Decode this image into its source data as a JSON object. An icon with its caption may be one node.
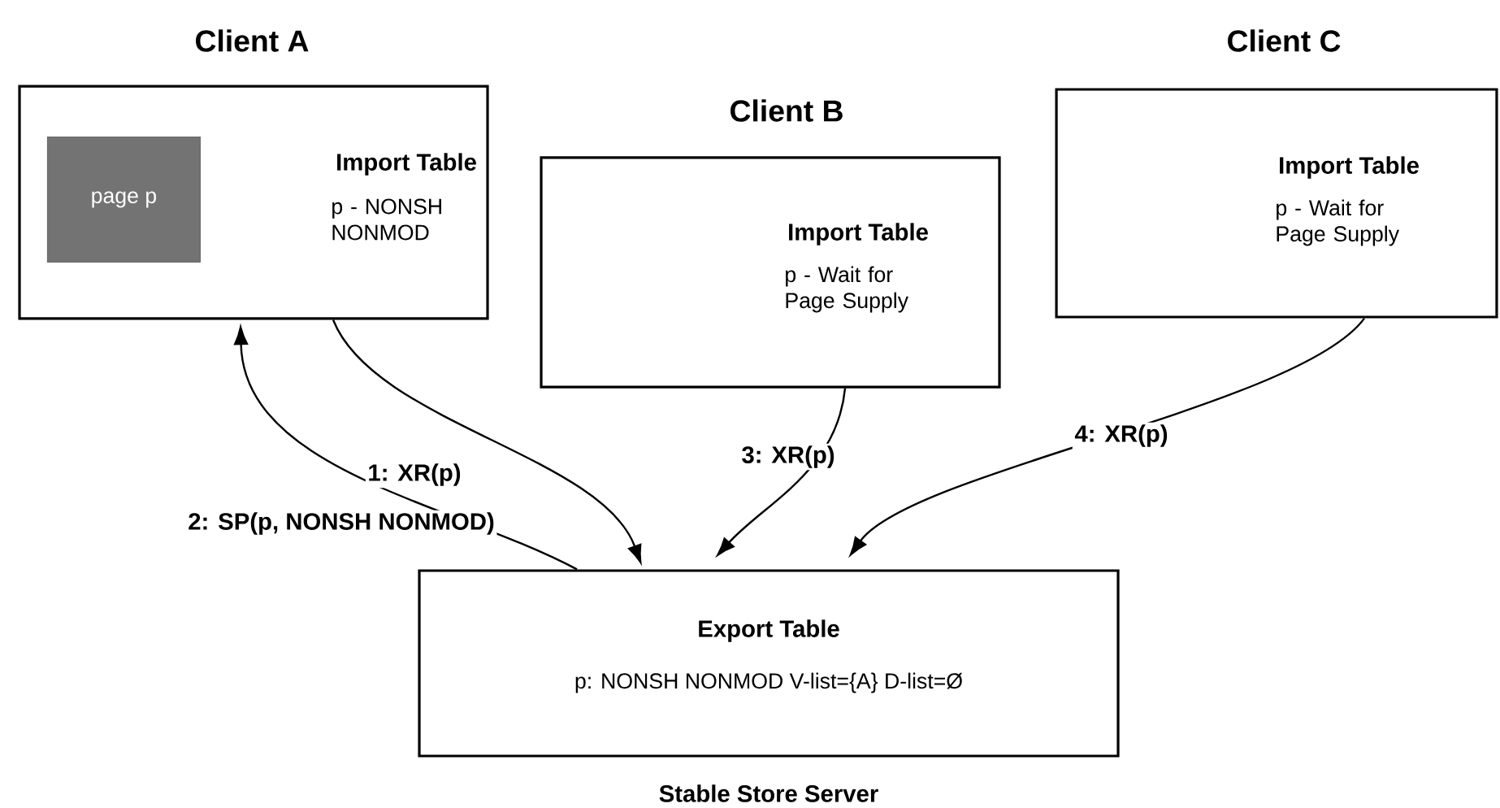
{
  "diagram": {
    "nodes": [
      {
        "text": [
          "Client A",
          "Import Table",
          "p - NONSH NONMOD"
        ]
      },
      {
        "text": [
          "page p"
        ],
        "in": 0
      },
      {
        "text": [
          "Client B",
          "Import Table",
          "p - Wait for Page Supply"
        ]
      },
      {
        "text": [
          "Client C",
          "Import Table",
          "p - Wait for Page Supply"
        ]
      },
      {
        "text": [
          "Export Table",
          "p: NONSH NONMOD V-list={A} D-list=Ø",
          "Stable Store Server"
        ]
      }
    ],
    "edges": [
      {
        "from": 0,
        "to": 4,
        "arrow": "to",
        "label": "1: XR(p)"
      },
      {
        "from": 4,
        "to": 0,
        "arrow": "to",
        "label": "2: SP(p, NONSH NONMOD)"
      },
      {
        "from": 2,
        "to": 4,
        "arrow": "to",
        "label": "3: XR(p)"
      },
      {
        "from": 3,
        "to": 4,
        "arrow": "to",
        "label": "4: XR(p)"
      }
    ]
  }
}
